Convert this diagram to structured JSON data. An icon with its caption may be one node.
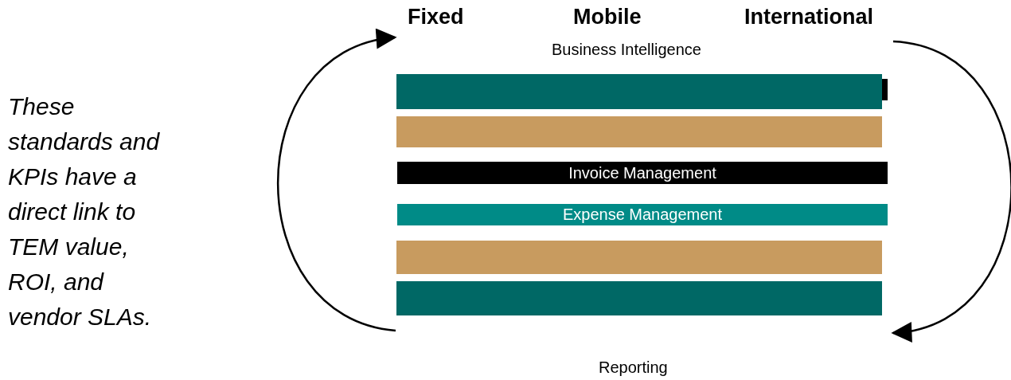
{
  "diagram": {
    "nodes": [
      {
        "text": [],
        "shape": "bar"
      },
      {
        "text": [],
        "shape": "bar"
      },
      {
        "text": [
          "Invoice Management"
        ]
      },
      {
        "text": [
          "Expense Management"
        ]
      },
      {
        "text": [],
        "shape": "bar"
      },
      {
        "text": [],
        "shape": "bar"
      }
    ],
    "labels": [
      "These standards and KPIs have a direct link to TEM value, ROI, and vendor SLAs.",
      "Fixed",
      "Mobile",
      "International",
      "Business Intelligence",
      "Reporting"
    ]
  }
}
